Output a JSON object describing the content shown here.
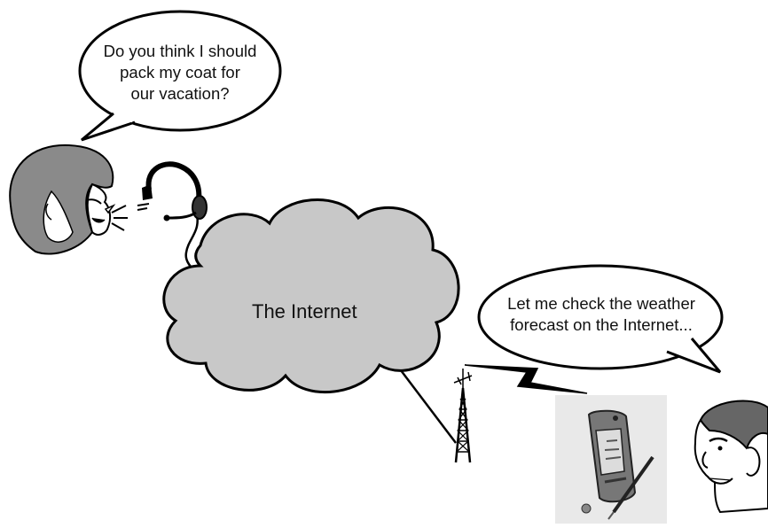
{
  "speech": {
    "woman": [
      "Do you think I should",
      "pack my coat for",
      "our vacation?"
    ],
    "man": [
      "Let me check the weather",
      "forecast on the Internet..."
    ]
  },
  "cloud": {
    "label": "The Internet"
  },
  "icons": {
    "woman": "woman-face-icon",
    "headset": "headset-icon",
    "tower": "radio-tower-icon",
    "wireless": "lightning-bolt-icon",
    "pda": "pda-device-icon",
    "man": "man-face-icon"
  },
  "colors": {
    "cloud_fill": "#c8c8c8",
    "hair": "#8a8a8a",
    "pda_bg": "#e9e9e9"
  }
}
